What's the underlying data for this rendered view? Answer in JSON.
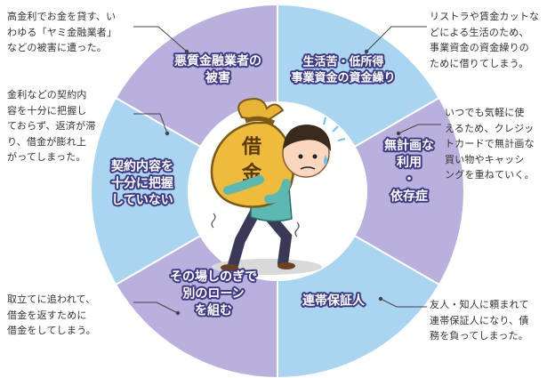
{
  "colors": {
    "blue": "#aad5f0",
    "purple": "#b9b0dd",
    "label_stroke": "#3f3a86",
    "leader_line": "#444444"
  },
  "segments": [
    {
      "id": "seg-top-left",
      "lines": [
        "悪質金融業者の",
        "被害"
      ],
      "color": "purple"
    },
    {
      "id": "seg-top-right",
      "lines": [
        "生活苦・低所得",
        "事業資金の資金繰り"
      ],
      "color": "blue"
    },
    {
      "id": "seg-right",
      "lines": [
        "無計画な",
        "利用",
        "・",
        "依存症"
      ],
      "color": "purple"
    },
    {
      "id": "seg-bottom-right",
      "lines": [
        "連帯保証人"
      ],
      "color": "blue"
    },
    {
      "id": "seg-bottom-left",
      "lines": [
        "その場しのぎで",
        "別のローン",
        "を組む"
      ],
      "color": "purple"
    },
    {
      "id": "seg-left",
      "lines": [
        "契約内容を",
        "十分に把握",
        "していない"
      ],
      "color": "blue"
    }
  ],
  "center": {
    "bag_text": "借金"
  },
  "notes": {
    "top_left": "高金利でお金を貸す、い\nわゆる「ヤミ金融業者」\nなどの被害に遭った。",
    "mid_left": "金利などの契約内\n容を十分に把握し\nておらず、返済が滞\nり、借金が膨れ上\nがってしまった。",
    "bottom_left": "取立てに追われて、\n借金を返すために\n借金をしてしまう。",
    "top_right": "リストラや賃金カットな\nどによる生活のため、\n事業資金の資金繰りの\nために借りてしまう。",
    "mid_right": "いつでも気軽に使\nえるため、クレジッ\nトカードで無計画な\n買い物やキャッシ\nングを重ねていく。",
    "bottom_right": "友人・知人に頼まれて\n連帯保証人になり、債\n務を負ってしまった。"
  }
}
